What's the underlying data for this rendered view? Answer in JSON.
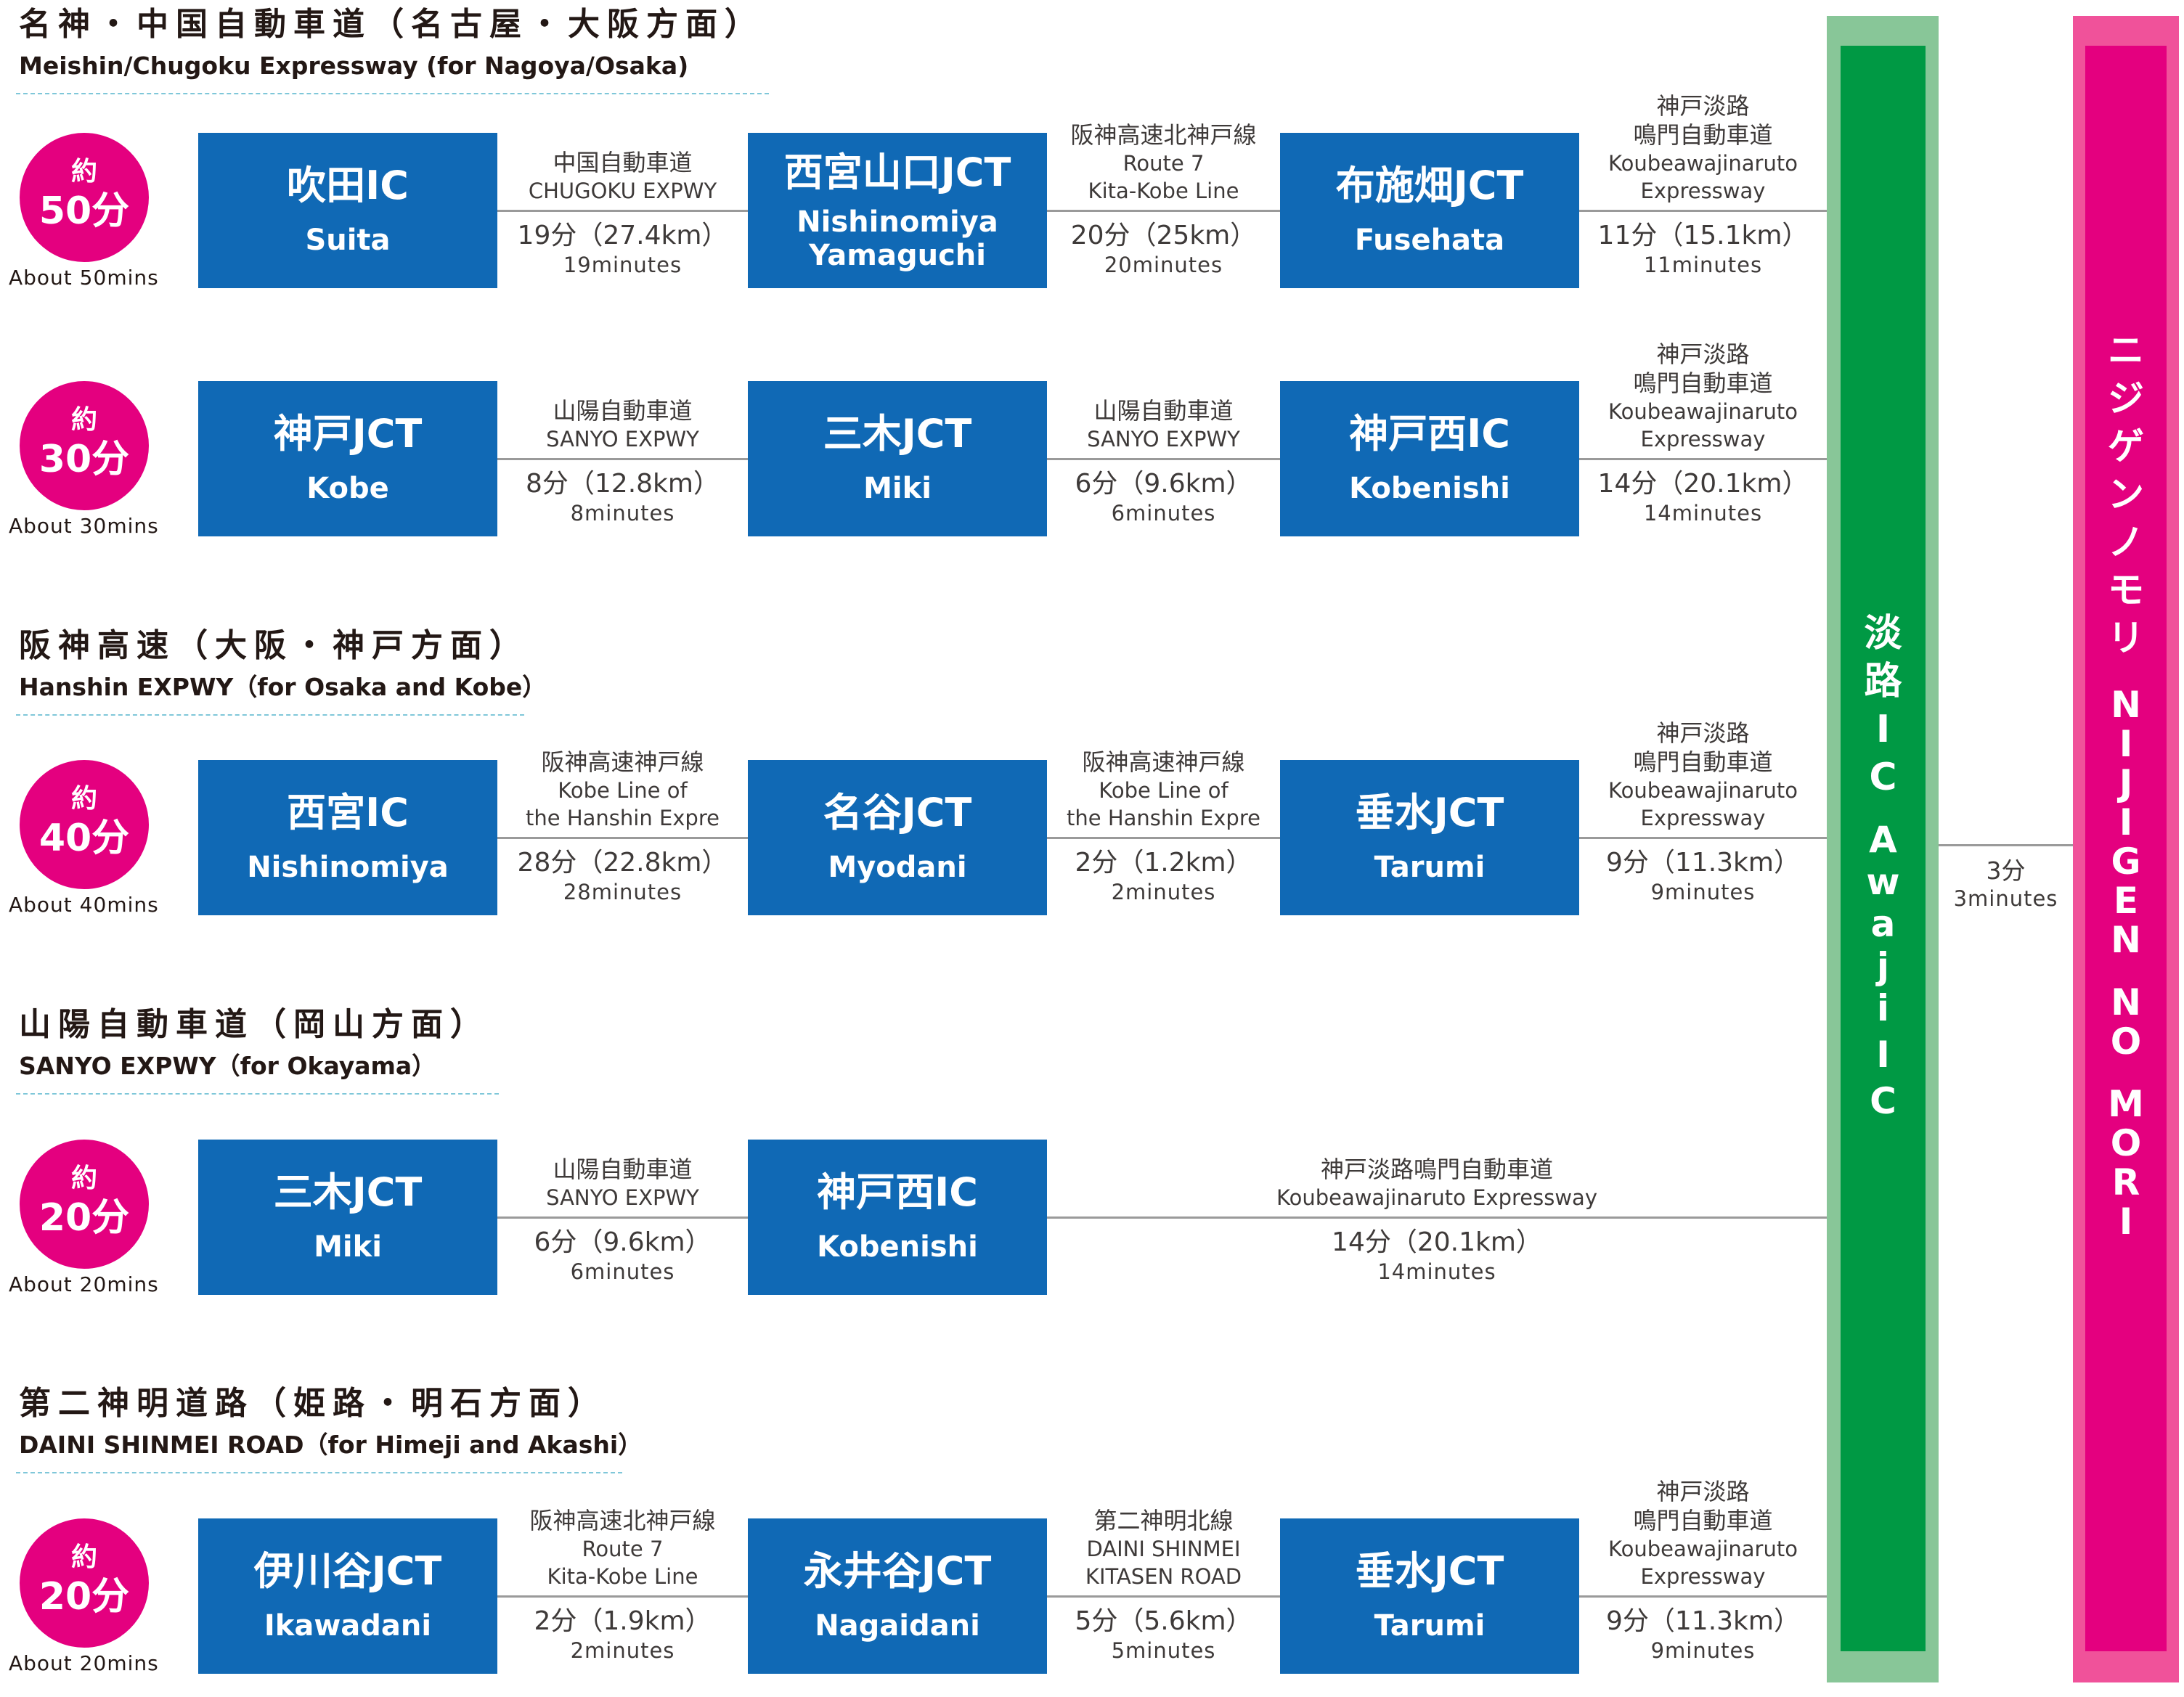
{
  "sections": [
    {
      "title": "名神・中国自動車道（名古屋・大阪方面）",
      "subtitle": "Meishin/Chugoku Expressway (for Nagoya/Osaka)",
      "time_jp_top": "約",
      "time_jp_main": "50分",
      "time_en": "About 50mins",
      "boxes": [
        {
          "jp": "吹田IC",
          "en": "Suita"
        },
        {
          "jp": "西宮山口JCT",
          "en": "Nishinomiya\nYamaguchi"
        },
        {
          "jp": "布施畑JCT",
          "en": "Fusehata"
        }
      ],
      "segments": [
        {
          "road_jp": "中国自動車道",
          "road_en": "CHUGOKU EXPWY",
          "time_jp": "19分（27.4km）",
          "time_en": "19minutes"
        },
        {
          "road_jp": "阪神高速北神戸線",
          "road_en": "Route 7\nKita-Kobe Line",
          "time_jp": "20分（25km）",
          "time_en": "20minutes"
        },
        {
          "road_jp": "神戸淡路\n鳴門自動車道",
          "road_en": "Koubeawajinaruto\nExpressway",
          "time_jp": "11分（15.1km）",
          "time_en": "11minutes"
        }
      ]
    },
    {
      "title": "",
      "subtitle": "",
      "time_jp_top": "約",
      "time_jp_main": "30分",
      "time_en": "About 30mins",
      "boxes": [
        {
          "jp": "神戸JCT",
          "en": "Kobe"
        },
        {
          "jp": "三木JCT",
          "en": "Miki"
        },
        {
          "jp": "神戸西IC",
          "en": "Kobenishi"
        }
      ],
      "segments": [
        {
          "road_jp": "山陽自動車道",
          "road_en": "SANYO EXPWY",
          "time_jp": "8分（12.8km）",
          "time_en": "8minutes"
        },
        {
          "road_jp": "山陽自動車道",
          "road_en": "SANYO EXPWY",
          "time_jp": "6分（9.6km）",
          "time_en": "6minutes"
        },
        {
          "road_jp": "神戸淡路\n鳴門自動車道",
          "road_en": "Koubeawajinaruto\nExpressway",
          "time_jp": "14分（20.1km）",
          "time_en": "14minutes"
        }
      ]
    },
    {
      "title": "阪神高速（大阪・神戸方面）",
      "subtitle": "Hanshin EXPWY（for Osaka and Kobe）",
      "time_jp_top": "約",
      "time_jp_main": "40分",
      "time_en": "About 40mins",
      "boxes": [
        {
          "jp": "西宮IC",
          "en": "Nishinomiya"
        },
        {
          "jp": "名谷JCT",
          "en": "Myodani"
        },
        {
          "jp": "垂水JCT",
          "en": "Tarumi"
        }
      ],
      "segments": [
        {
          "road_jp": "阪神高速神戸線",
          "road_en": "Kobe Line of\nthe Hanshin Expre",
          "time_jp": "28分（22.8km）",
          "time_en": "28minutes"
        },
        {
          "road_jp": "阪神高速神戸線",
          "road_en": "Kobe Line of\nthe Hanshin Expre",
          "time_jp": "2分（1.2km）",
          "time_en": "2minutes"
        },
        {
          "road_jp": "神戸淡路\n鳴門自動車道",
          "road_en": "Koubeawajinaruto\nExpressway",
          "time_jp": "9分（11.3km）",
          "time_en": "9minutes"
        }
      ]
    },
    {
      "title": "山陽自動車道（岡山方面）",
      "subtitle": "SANYO EXPWY（for Okayama）",
      "time_jp_top": "約",
      "time_jp_main": "20分",
      "time_en": "About 20mins",
      "boxes": [
        {
          "jp": "三木JCT",
          "en": "Miki"
        },
        {
          "jp": "神戸西IC",
          "en": "Kobenishi"
        }
      ],
      "segments": [
        {
          "road_jp": "山陽自動車道",
          "road_en": "SANYO EXPWY",
          "time_jp": "6分（9.6km）",
          "time_en": "6minutes"
        },
        {
          "road_jp": "神戸淡路鳴門自動車道",
          "road_en": "Koubeawajinaruto Expressway",
          "time_jp": "14分（20.1km）",
          "time_en": "14minutes"
        }
      ]
    },
    {
      "title": "第二神明道路（姫路・明石方面）",
      "subtitle": "DAINI SHINMEI ROAD（for Himeji and Akashi）",
      "time_jp_top": "約",
      "time_jp_main": "20分",
      "time_en": "About 20mins",
      "boxes": [
        {
          "jp": "伊川谷JCT",
          "en": "Ikawadani"
        },
        {
          "jp": "永井谷JCT",
          "en": "Nagaidani"
        },
        {
          "jp": "垂水JCT",
          "en": "Tarumi"
        }
      ],
      "segments": [
        {
          "road_jp": "阪神高速北神戸線",
          "road_en": "Route 7\nKita-Kobe Line",
          "time_jp": "2分（1.9km）",
          "time_en": "2minutes"
        },
        {
          "road_jp": "第二神明北線",
          "road_en": "DAINI SHINMEI\nKITASEN ROAD",
          "time_jp": "5分（5.6km）",
          "time_en": "5minutes"
        },
        {
          "road_jp": "神戸淡路\n鳴門自動車道",
          "road_en": "Koubeawajinaruto\nExpressway",
          "time_jp": "9分（11.3km）",
          "time_en": "9minutes"
        }
      ]
    }
  ],
  "awaji": {
    "chars_jp": [
      "淡",
      "路",
      "I",
      "C"
    ],
    "chars_en": [
      "A",
      "w",
      "a",
      "j",
      "i",
      "I",
      "C"
    ]
  },
  "nijigen": {
    "chars_jp": [
      "ニ",
      "ジ",
      "ゲ",
      "ン",
      "ノ",
      "モ",
      "リ"
    ],
    "chars_en": [
      "N",
      "I",
      "J",
      "I",
      "G",
      "E",
      "N",
      "",
      "N",
      "O",
      "",
      "M",
      "O",
      "R",
      "I"
    ]
  },
  "connector": {
    "time_jp": "3分",
    "time_en": "3minutes"
  },
  "colors": {
    "box": "#1069b5",
    "circle": "#e4007f",
    "awaji": "#009944",
    "nijigen": "#e4007f",
    "line": "#9a9a9a"
  }
}
